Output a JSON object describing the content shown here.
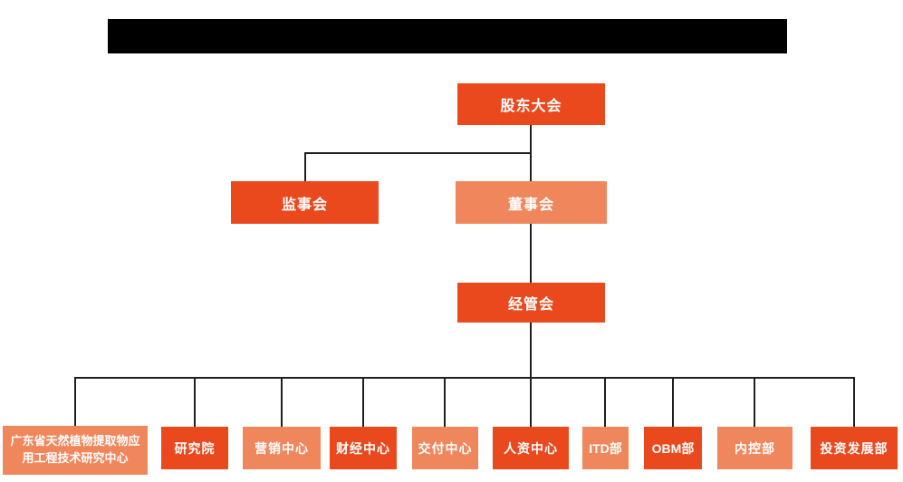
{
  "colors": {
    "primary": "#E9491D",
    "secondary": "#EF865C",
    "line": "#1F1F1F",
    "redaction": "#000000"
  },
  "title_bar": {
    "redacted": true
  },
  "org_chart": {
    "root": {
      "id": "shareholders-meeting",
      "label": "股东大会",
      "variant": "primary"
    },
    "level2": [
      {
        "id": "supervisory-board",
        "label": "监事会",
        "variant": "primary"
      },
      {
        "id": "board-of-directors",
        "label": "董事会",
        "variant": "secondary"
      }
    ],
    "level3": [
      {
        "id": "management-committee",
        "label": "经管会",
        "variant": "primary"
      }
    ],
    "departments": [
      {
        "id": "guangdong-research-center",
        "label": "广东省天然植物提取物应用工程技术研究中心",
        "variant": "secondary"
      },
      {
        "id": "research-institute",
        "label": "研究院",
        "variant": "primary"
      },
      {
        "id": "marketing-center",
        "label": "营销中心",
        "variant": "secondary"
      },
      {
        "id": "finance-center",
        "label": "财经中心",
        "variant": "primary"
      },
      {
        "id": "delivery-center",
        "label": "交付中心",
        "variant": "secondary"
      },
      {
        "id": "hr-center",
        "label": "人资中心",
        "variant": "primary"
      },
      {
        "id": "itd-dept",
        "label": "ITD部",
        "variant": "secondary"
      },
      {
        "id": "obm-dept",
        "label": "OBM部",
        "variant": "primary"
      },
      {
        "id": "internal-control-dept",
        "label": "内控部",
        "variant": "secondary"
      },
      {
        "id": "investment-development-dept",
        "label": "投资发展部",
        "variant": "primary"
      }
    ]
  }
}
